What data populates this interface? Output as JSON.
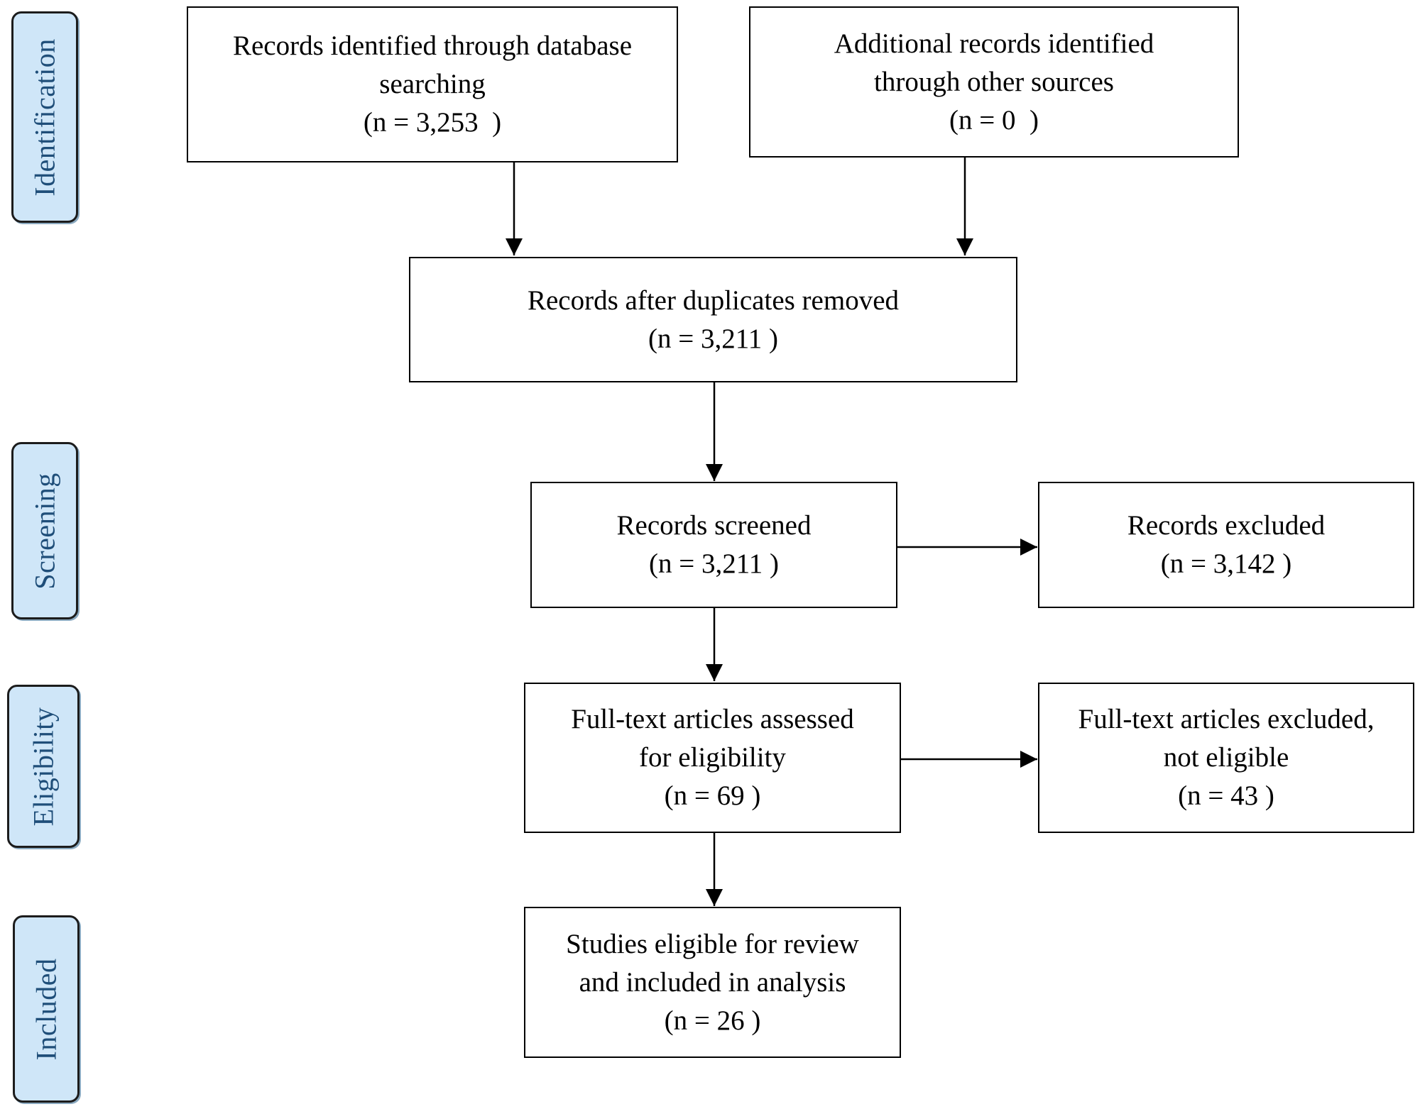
{
  "stages": {
    "identification": "Identification",
    "screening": "Screening",
    "eligibility": "Eligibility",
    "included": "Included"
  },
  "boxes": {
    "database_records": {
      "line1": "Records identified through database",
      "line2": "searching",
      "line3": "(n = 3,253  )"
    },
    "other_records": {
      "line1": "Additional records identified",
      "line2": "through other sources",
      "line3": "(n = 0  )"
    },
    "after_duplicates": {
      "line1": "Records after duplicates removed",
      "line2": "(n = 3,211 )"
    },
    "screened": {
      "line1": "Records screened",
      "line2": "(n = 3,211 )"
    },
    "excluded": {
      "line1": "Records excluded",
      "line2": "(n = 3,142 )"
    },
    "fulltext_assessed": {
      "line1": "Full-text articles assessed",
      "line2": "for eligibility",
      "line3": "(n = 69 )"
    },
    "fulltext_excluded": {
      "line1": "Full-text articles excluded,",
      "line2": "not eligible",
      "line3": "(n = 43 )"
    },
    "included_studies": {
      "line1": "Studies eligible for review",
      "line2": "and included in analysis",
      "line3": "(n = 26 )"
    }
  },
  "colors": {
    "stage_fill": "#cfe6f8",
    "stage_text": "#1f4e79",
    "line": "#000000"
  }
}
